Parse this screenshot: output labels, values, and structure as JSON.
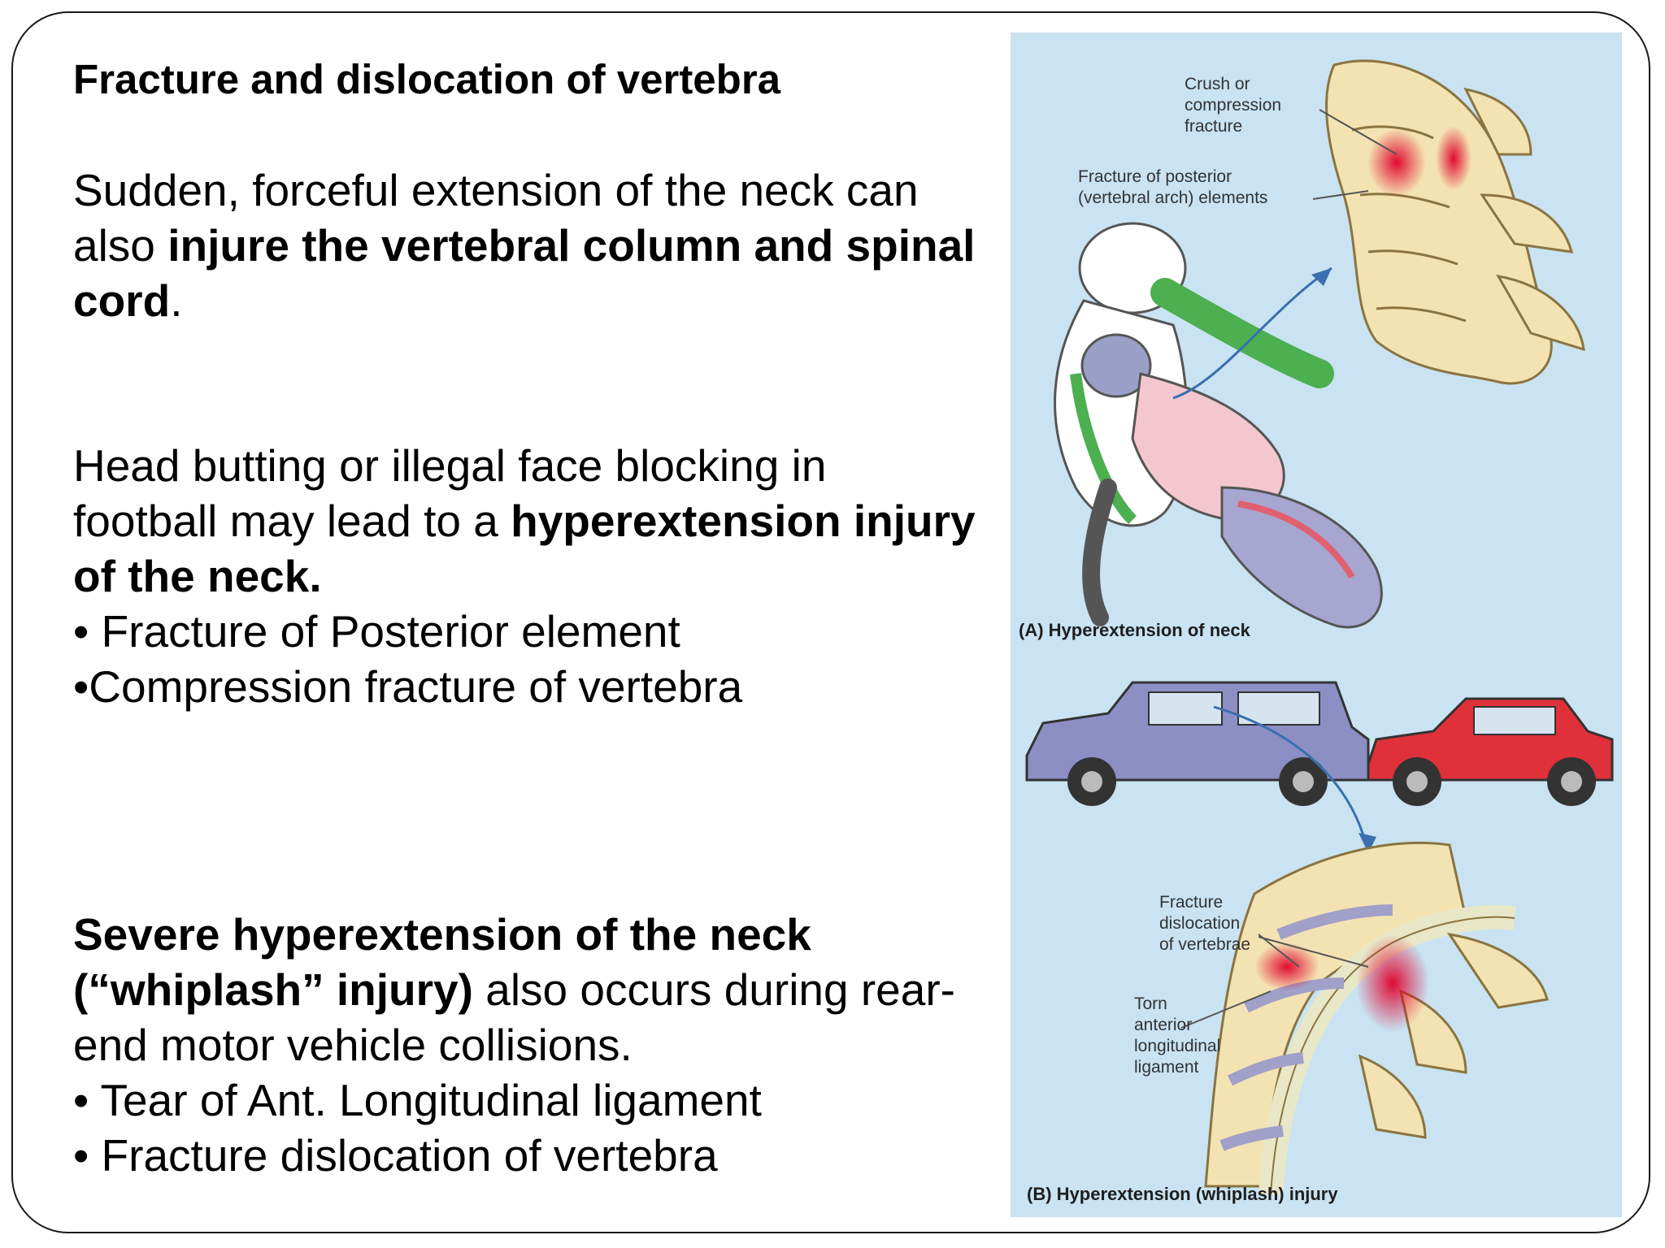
{
  "slide": {
    "title": "Fracture and dislocation of vertebra",
    "para1": {
      "text_a": "Sudden, forceful extension of the neck can also ",
      "bold": "injure the vertebral column and spinal cord",
      "text_b": "."
    },
    "para2": {
      "text_a": "Head butting or illegal face blocking in football may lead to a ",
      "bold": "hyperextension injury of the neck.",
      "bullets": [
        "• Fracture of Posterior element",
        "•Compression fracture of vertebra"
      ]
    },
    "para3": {
      "bold": "Severe hyperextension of the neck (“whiplash” injury)",
      "text_a": " also occurs during rear-end motor vehicle collisions.",
      "bullets": [
        "• Tear of Ant. Longitudinal ligament",
        "• Fracture dislocation of vertebra"
      ]
    }
  },
  "figure": {
    "labels": {
      "crush": [
        "Crush or",
        "compression",
        "fracture"
      ],
      "posterior": [
        "Fracture of posterior",
        "(vertebral arch) elements"
      ],
      "fracture_dislocation": [
        "Fracture",
        "dislocation",
        "of vertebrae"
      ],
      "torn_ligament": [
        "Torn",
        "anterior",
        "longitudinal",
        "ligament"
      ]
    },
    "caption_a": "(A) Hyperextension of neck",
    "caption_b": "(B) Hyperextension (whiplash) injury"
  }
}
